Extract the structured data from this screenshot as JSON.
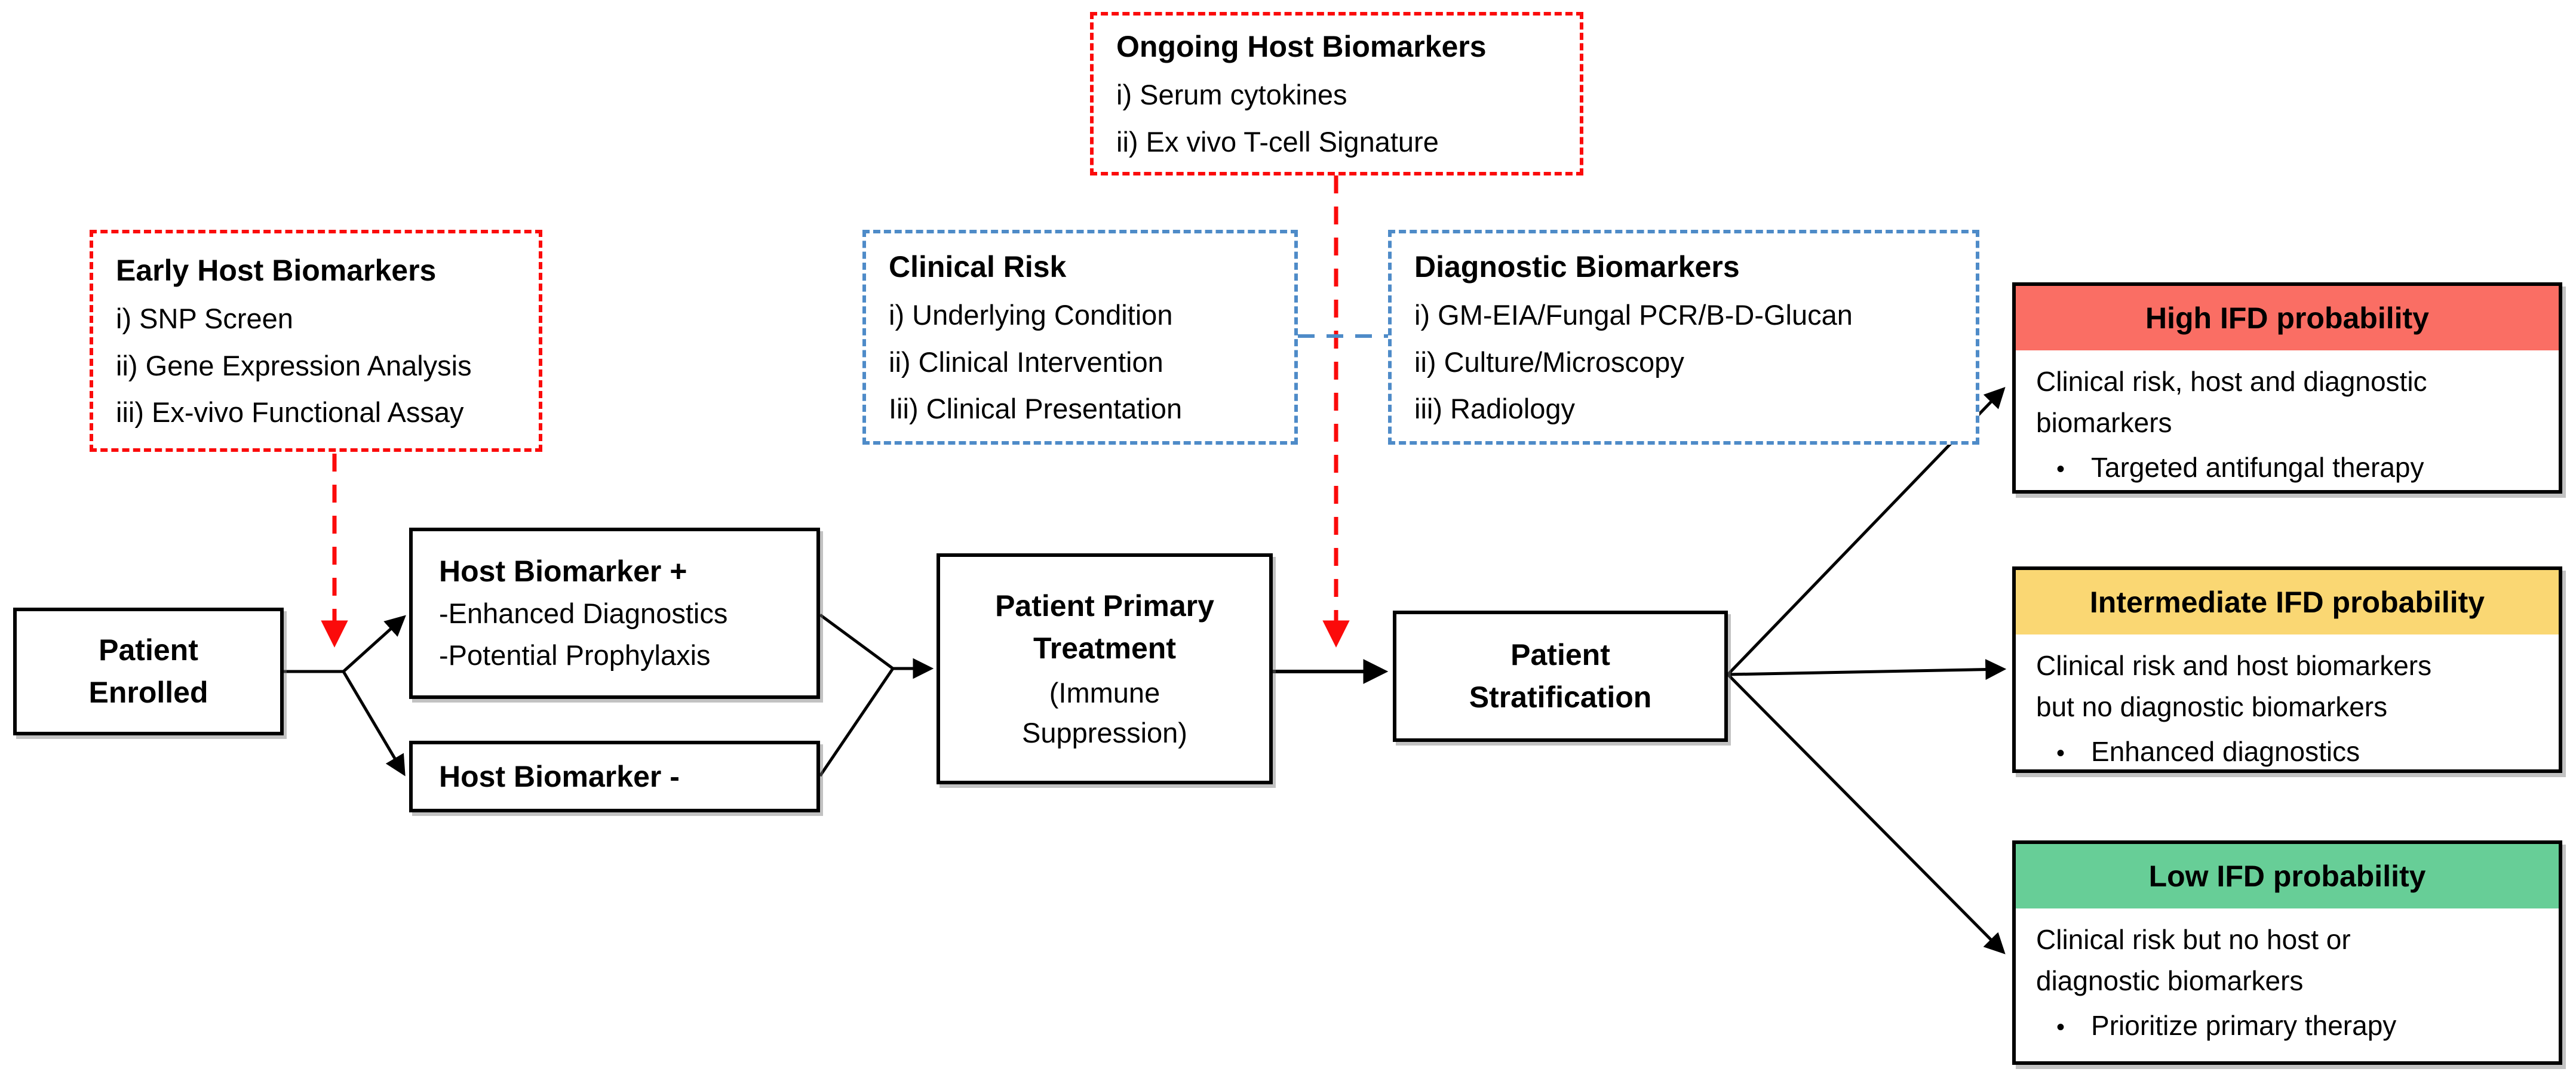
{
  "ui": {
    "bullet": "•"
  },
  "colors": {
    "red_accent": "#FB0B0B",
    "blue_accent": "#4E8BC8",
    "ink": "#000000",
    "high_fill": "#FA6E64",
    "intermediate_fill": "#FAD773",
    "low_fill": "#67CE97"
  },
  "annotations": {
    "ongoing_host": {
      "title": "Ongoing Host Biomarkers",
      "items": [
        "i) Serum cytokines",
        "ii) Ex vivo T-cell Signature"
      ]
    },
    "early_host": {
      "title": "Early Host Biomarkers",
      "items": [
        "i) SNP Screen",
        "ii) Gene Expression Analysis",
        "iii) Ex-vivo Functional Assay"
      ]
    },
    "clinical_risk": {
      "title": "Clinical Risk",
      "items": [
        "i) Underlying Condition",
        "ii) Clinical Intervention",
        "Iii) Clinical Presentation"
      ]
    },
    "diagnostic_biomarkers": {
      "title": "Diagnostic Biomarkers",
      "items": [
        "i) GM-EIA/Fungal PCR/B-D-Glucan",
        "ii) Culture/Microscopy",
        "iii) Radiology"
      ]
    }
  },
  "nodes": {
    "patient_enrolled": {
      "label": "Patient\nEnrolled"
    },
    "host_biomarker_positive": {
      "title": "Host Biomarker +",
      "lines": [
        "-Enhanced Diagnostics",
        "-Potential Prophylaxis"
      ]
    },
    "host_biomarker_negative": {
      "title": "Host Biomarker -"
    },
    "primary_treatment": {
      "title": "Patient Primary\nTreatment",
      "subtitle": "(Immune\nSuppression)"
    },
    "stratification": {
      "title": "Patient\nStratification"
    }
  },
  "outcomes": {
    "high": {
      "header": "High IFD probability",
      "description": "Clinical risk, host and diagnostic\nbiomarkers",
      "action": "Targeted antifungal therapy"
    },
    "intermediate": {
      "header": "Intermediate IFD probability",
      "description": "Clinical risk and host biomarkers\nbut no diagnostic biomarkers",
      "action": "Enhanced diagnostics"
    },
    "low": {
      "header": "Low IFD probability",
      "description": "Clinical risk but no host or\ndiagnostic biomarkers",
      "action": "Prioritize primary therapy"
    }
  }
}
